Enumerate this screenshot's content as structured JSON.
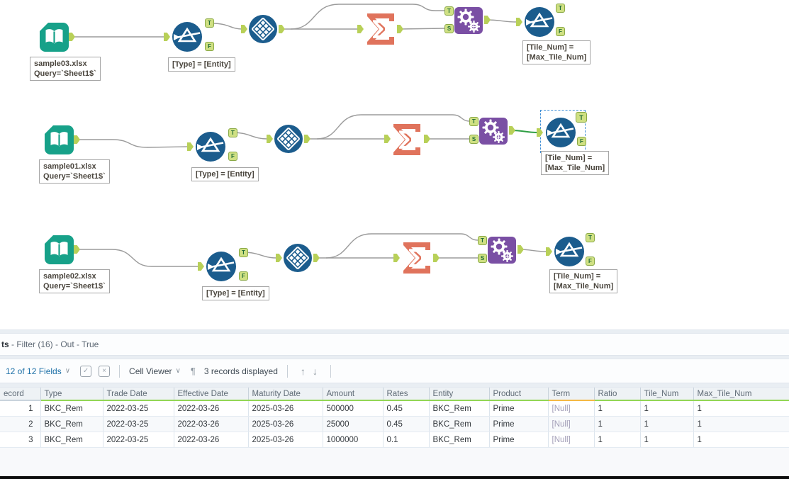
{
  "canvas": {
    "anchors": {
      "T": "T",
      "F": "F",
      "S": "S"
    },
    "rows": [
      {
        "input_file": "sample03.xlsx",
        "input_query": "Query=`Sheet1$`",
        "filter_label": "[Type] = [Entity]",
        "filter2_line1": "[Tile_Num] =",
        "filter2_line2": "[Max_Tile_Num]"
      },
      {
        "input_file": "sample01.xlsx",
        "input_query": "Query=`Sheet1$`",
        "filter_label": "[Type] = [Entity]",
        "filter2_line1": "[Tile_Num] =",
        "filter2_line2": "[Max_Tile_Num]"
      },
      {
        "input_file": "sample02.xlsx",
        "input_query": "Query=`Sheet1$`",
        "filter_label": "[Type] = [Entity]",
        "filter2_line1": "[Tile_Num] =",
        "filter2_line2": "[Max_Tile_Num]"
      }
    ]
  },
  "results": {
    "title_bold": "ts",
    "title_rest": " - Filter (16) - Out - True",
    "toolbar": {
      "fields_label": "12 of 12 Fields",
      "cell_viewer_label": "Cell Viewer",
      "records_label": "3 records displayed",
      "check_icon": "✓",
      "deselect_icon": "×",
      "chevron": "∨",
      "pilcrow": "¶",
      "up_arrow": "↑",
      "down_arrow": "↓"
    },
    "table": {
      "headers": [
        {
          "label": "ecord",
          "type": "none"
        },
        {
          "label": "Type",
          "type": "green"
        },
        {
          "label": "Trade Date",
          "type": "green"
        },
        {
          "label": "Effective Date",
          "type": "green"
        },
        {
          "label": "Maturity Date",
          "type": "green"
        },
        {
          "label": "Amount",
          "type": "green"
        },
        {
          "label": "Rates",
          "type": "green"
        },
        {
          "label": "Entity",
          "type": "green"
        },
        {
          "label": "Product",
          "type": "green"
        },
        {
          "label": "Term",
          "type": "orange"
        },
        {
          "label": "Ratio",
          "type": "green"
        },
        {
          "label": "Tile_Num",
          "type": "green"
        },
        {
          "label": "Max_Tile_Num",
          "type": "green"
        }
      ],
      "rows": [
        [
          "1",
          "BKC_Rem",
          "2022-03-25",
          "2022-03-26",
          "2025-03-26",
          "500000",
          "0.45",
          "BKC_Rem",
          "Prime",
          "[Null]",
          "1",
          "1",
          "1"
        ],
        [
          "2",
          "BKC_Rem",
          "2022-03-25",
          "2022-03-26",
          "2025-03-26",
          "25000",
          "0.45",
          "BKC_Rem",
          "Prime",
          "[Null]",
          "1",
          "1",
          "1"
        ],
        [
          "3",
          "BKC_Rem",
          "2022-03-25",
          "2022-03-26",
          "2025-03-26",
          "1000000",
          "0.1",
          "BKC_Rem",
          "Prime",
          "[Null]",
          "1",
          "1",
          "1"
        ]
      ],
      "null_token": "[Null]"
    }
  },
  "colors": {
    "input_teal": "#17a189",
    "tool_blue": "#1b5c8d",
    "summarize_coral": "#e0735c",
    "append_purple": "#7a4fa4",
    "anchor_green": "#cfe083",
    "selected_wire_green": "#2f9e44",
    "header_underline_green": "#93d655",
    "header_underline_orange": "#f5b945",
    "link_blue": "#1d70a7"
  }
}
